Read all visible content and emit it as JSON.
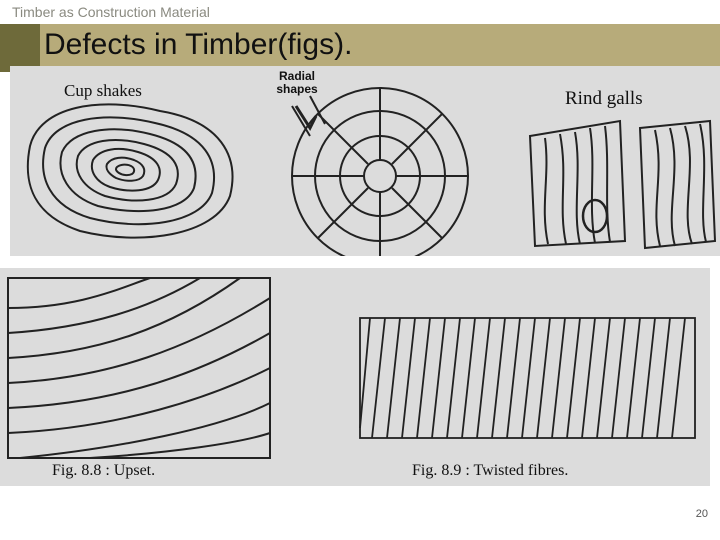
{
  "header": {
    "title": "Timber as Construction Material"
  },
  "slide": {
    "title": "Defects in Timber(figs).",
    "page_number": "20"
  },
  "figures": {
    "cup_shakes_label": "Cup shakes",
    "radial_shapes_label": "Radial shapes",
    "rind_galls_label": "Rind galls",
    "upset_caption": "Fig. 8.8 : Upset.",
    "twisted_caption": "Fig. 8.9 : Twisted fibres."
  },
  "colors": {
    "title_bar": "#b7ab7a",
    "accent": "#6e6a3a",
    "figure_bg": "#dcdcdc"
  }
}
